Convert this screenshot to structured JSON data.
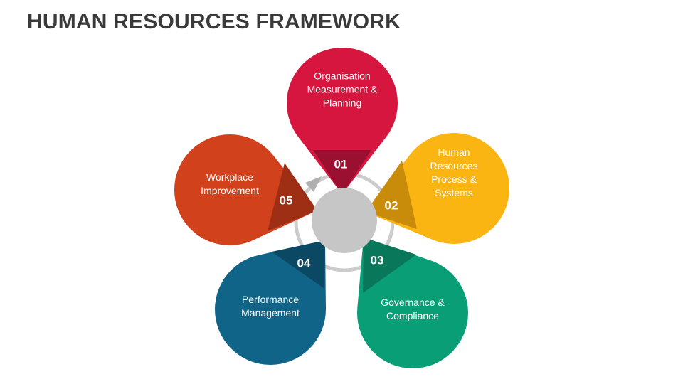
{
  "title": "HUMAN RESOURCES FRAMEWORK",
  "colors": {
    "center_circle": "#c6c6c6",
    "orbit_ring": "#cccccc",
    "arrow": "#b0b0b0",
    "text": "#3a3a3a"
  },
  "petals": [
    {
      "number": "01",
      "label_lines": [
        "Organisation",
        "Measurement &",
        "Planning"
      ],
      "color": "#d7163f",
      "dark": "#9b1030"
    },
    {
      "number": "02",
      "label_lines": [
        "Human",
        "Resources",
        "Process &",
        "Systems"
      ],
      "color": "#fbb512",
      "dark": "#c88c0a"
    },
    {
      "number": "03",
      "label_lines": [
        "Governance &",
        "Compliance"
      ],
      "color": "#0a9e76",
      "dark": "#08775a"
    },
    {
      "number": "04",
      "label_lines": [
        "Performance",
        "Management"
      ],
      "color": "#106487",
      "dark": "#0b4863"
    },
    {
      "number": "05",
      "label_lines": [
        "Workplace",
        "Improvement"
      ],
      "color": "#d0411c",
      "dark": "#9e2f14"
    }
  ]
}
